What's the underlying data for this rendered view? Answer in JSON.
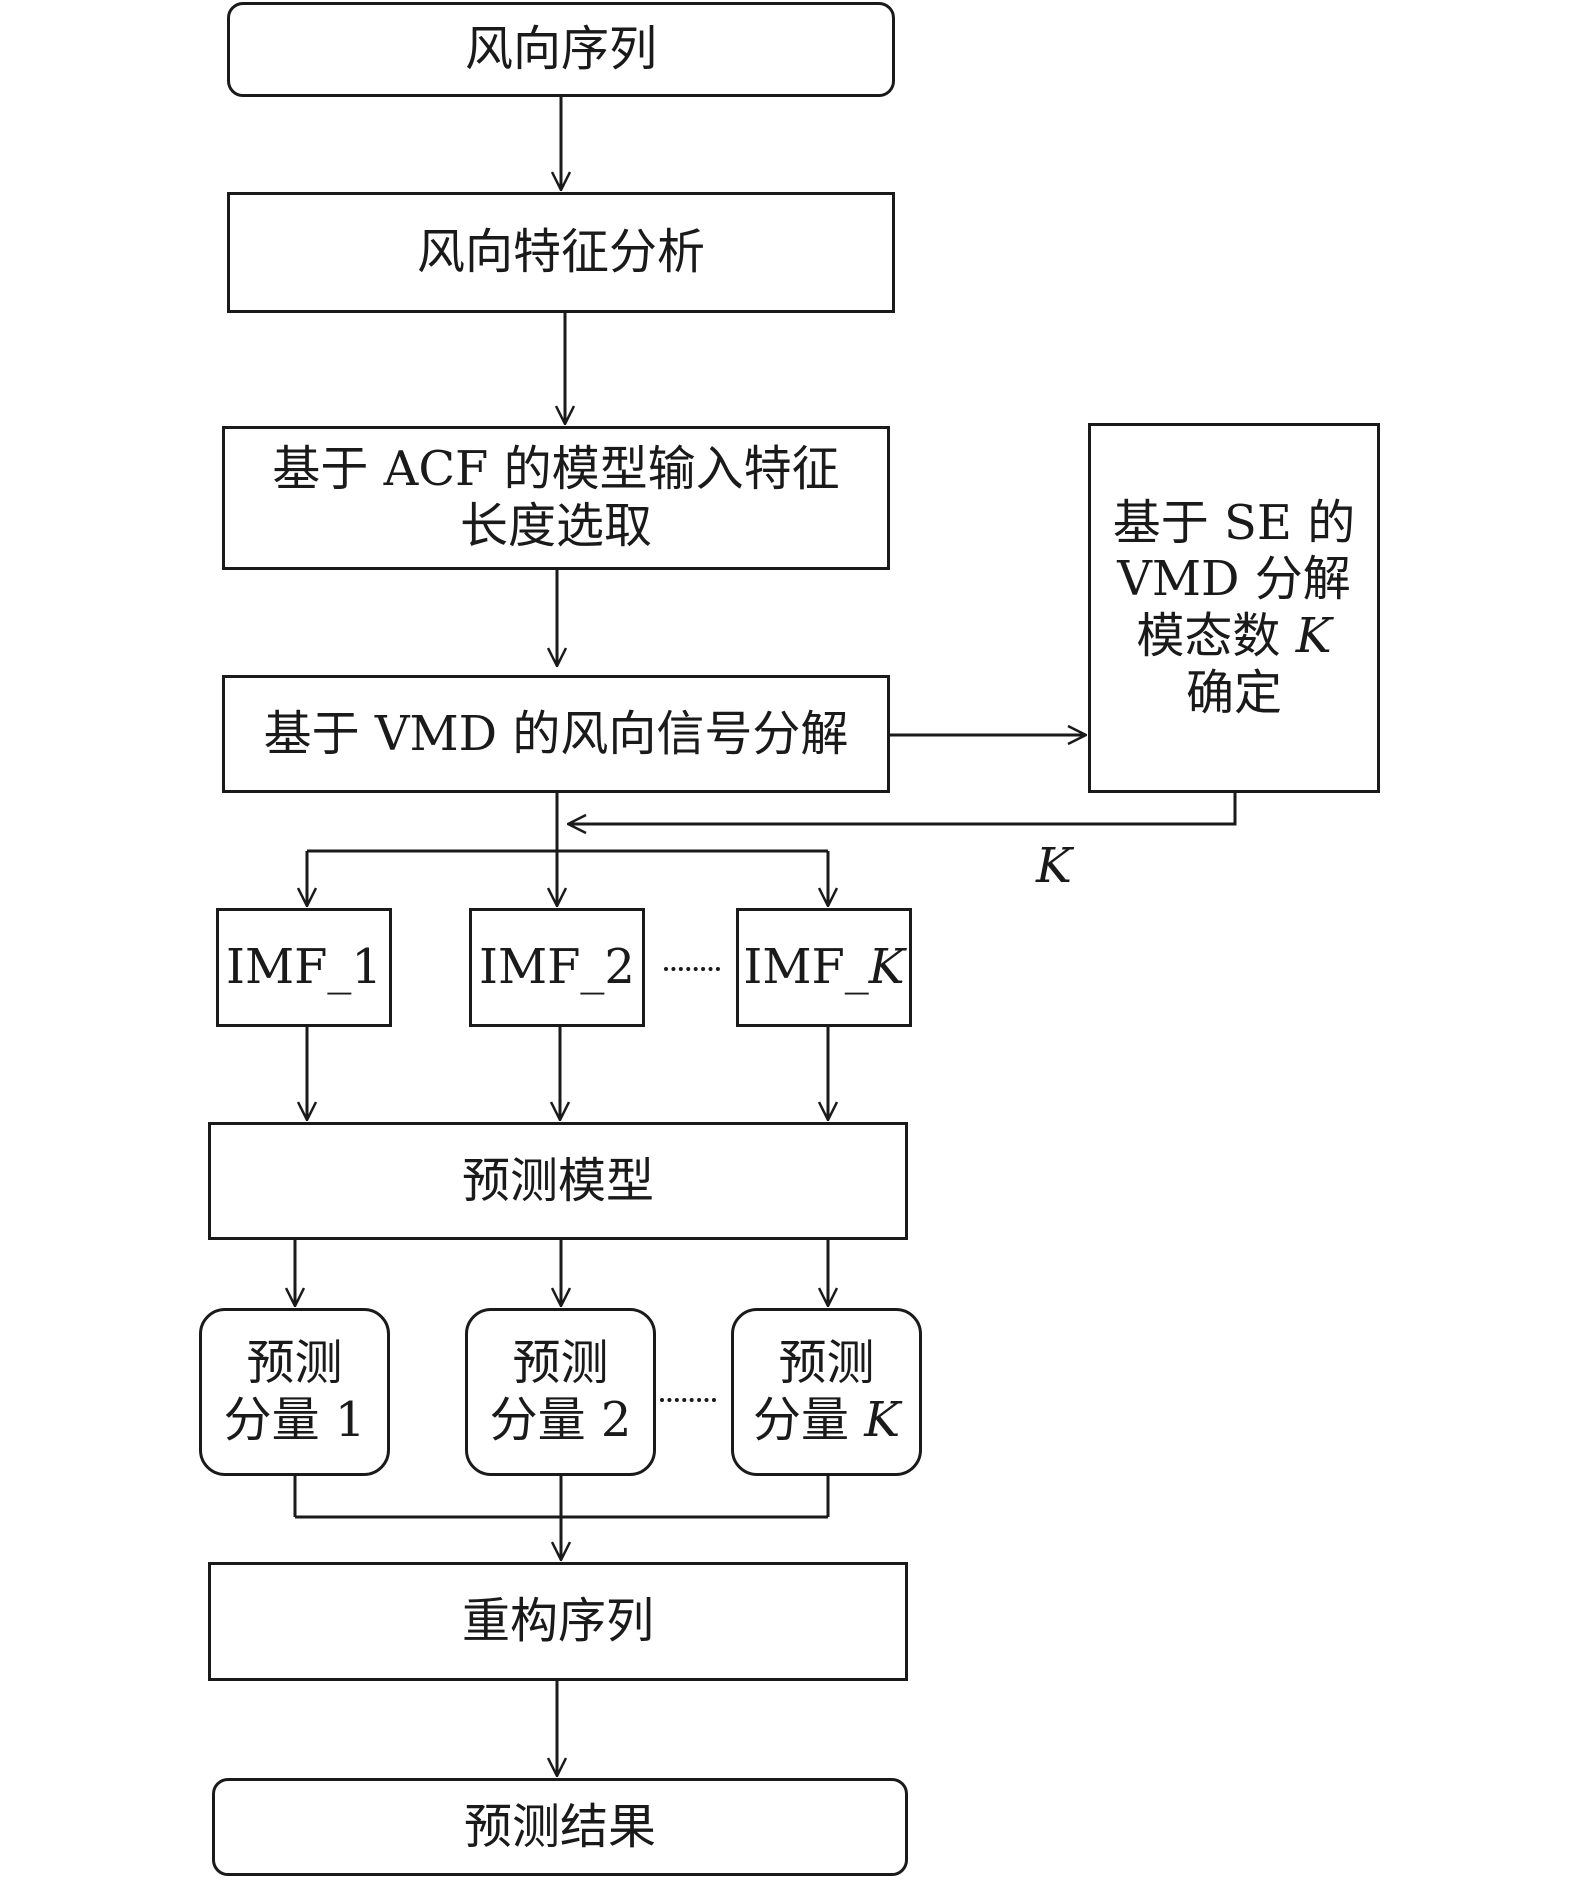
{
  "nodes": {
    "wind_series": "风向序列",
    "feature_analysis": "风向特征分析",
    "acf_selection": {
      "line1": "基于 ACF 的模型输入特征",
      "line2": "长度选取"
    },
    "vmd_decomposition": "基于 VMD 的风向信号分解",
    "se_k": {
      "line1": "基于 SE 的",
      "line2": "VMD 分解",
      "line3_text": "模态数 ",
      "line3_var": "K",
      "line4": "确定"
    },
    "imf_1": "IMF_1",
    "imf_2": "IMF_2",
    "imf_k_prefix": "IMF_",
    "imf_k_var": "K",
    "prediction_model": "预测模型",
    "pred_comp_1": {
      "line1": "预测",
      "line2": "分量 1"
    },
    "pred_comp_2": {
      "line1": "预测",
      "line2": "分量 2"
    },
    "pred_comp_k": {
      "line1": "预测",
      "line2_text": "分量 ",
      "line2_var": "K"
    },
    "reconstruct": "重构序列",
    "result": "预测结果"
  },
  "edge_labels": {
    "k_feedback": "K"
  },
  "colors": {
    "stroke": "#1a1a1a",
    "background": "#ffffff"
  }
}
